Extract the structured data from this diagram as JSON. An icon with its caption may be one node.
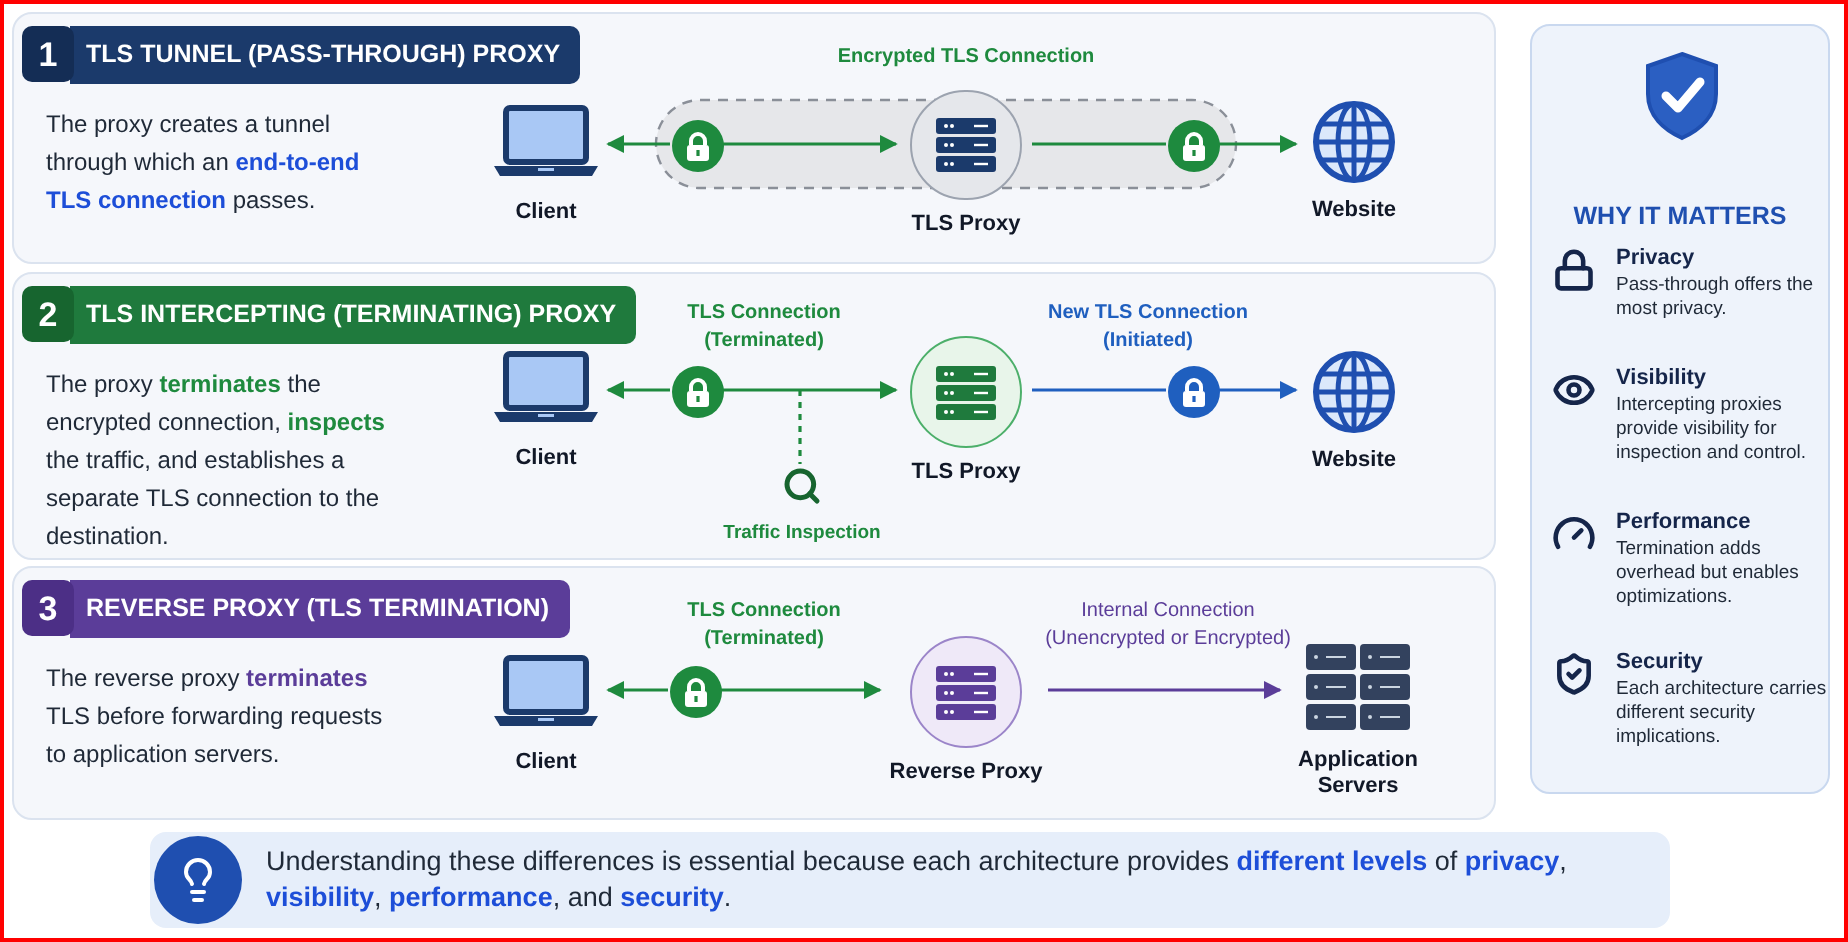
{
  "diagram": {
    "nodes": [
      {
        "text": [
          "1",
          "TLS TUNNEL (PASS-THROUGH) PROXY",
          "The proxy creates a tunnel through which an **end-to-end TLS connection** passes."
        ]
      },
      {
        "in": 0,
        "text": [
          "Client"
        ]
      },
      {
        "in": 0,
        "text": [],
        "shape": "circle"
      },
      {
        "in": 0,
        "text": [
          "TLS Proxy"
        ]
      },
      {
        "in": 0,
        "text": [],
        "shape": "circle"
      },
      {
        "in": 0,
        "text": [
          "Website"
        ]
      },
      {
        "text": [
          "2",
          "TLS INTERCEPTING (TERMINATING) PROXY",
          "The proxy **terminates** the encrypted connection, **inspects** the traffic, and establishes a separate TLS connection to the destination."
        ]
      },
      {
        "in": 6,
        "text": [
          "Client"
        ]
      },
      {
        "in": 6,
        "text": [],
        "shape": "circle"
      },
      {
        "in": 6,
        "text": [
          "TLS Proxy"
        ]
      },
      {
        "in": 6,
        "text": [],
        "shape": "circle"
      },
      {
        "in": 6,
        "text": [
          "Website"
        ]
      },
      {
        "in": 6,
        "text": [
          "Traffic Inspection"
        ]
      },
      {
        "text": [
          "3",
          "REVERSE PROXY (TLS TERMINATION)",
          "The reverse proxy **terminates** TLS before forwarding requests to application servers."
        ]
      },
      {
        "in": 13,
        "text": [
          "Client"
        ]
      },
      {
        "in": 13,
        "text": [],
        "shape": "circle"
      },
      {
        "in": 13,
        "text": [
          "Reverse Proxy"
        ]
      },
      {
        "in": 13,
        "text": [
          "Application Servers"
        ]
      },
      {
        "text": [
          "WHY IT MATTERS"
        ]
      },
      {
        "text": [
          "Understanding these differences is essential because each architecture provides **different levels** of **privacy**, **visibility**, **performance**, and **security**."
        ]
      }
    ],
    "edges": [
      {
        "from": 2,
        "to": 1,
        "arrow": "to"
      },
      {
        "from": 2,
        "to": 3,
        "arrow": "to"
      },
      {
        "from": 3,
        "to": 4,
        "arrow": "none"
      },
      {
        "from": 4,
        "to": 5,
        "arrow": "to"
      },
      {
        "from": 8,
        "to": 7,
        "arrow": "to"
      },
      {
        "from": 8,
        "to": 9,
        "arrow": "to"
      },
      {
        "from": 9,
        "to": 10,
        "arrow": "none",
        "color": "#1f5fbf"
      },
      {
        "from": 10,
        "to": 11,
        "arrow": "to",
        "color": "#1f5fbf"
      },
      {
        "from": null,
        "to": 12,
        "arrow": "none",
        "style": "dashed"
      },
      {
        "from": 15,
        "to": 14,
        "arrow": "to"
      },
      {
        "from": 15,
        "to": 16,
        "arrow": "to"
      },
      {
        "from": 16,
        "to": 17,
        "arrow": "to",
        "color": "#5b3d99"
      }
    ],
    "labels": [
      "Encrypted TLS Connection",
      "TLS Connection (Terminated)",
      "New TLS Connection (Initiated)",
      "TLS Connection (Terminated)",
      "Internal Connection (Unencrypted or Encrypted)",
      "Privacy",
      "Pass-through offers the most privacy.",
      "Visibility",
      "Intercepting proxies provide visibility for inspection and control.",
      "Performance",
      "Termination adds overhead but enables optimizations.",
      "Security",
      "Each architecture carries different security implications."
    ]
  }
}
